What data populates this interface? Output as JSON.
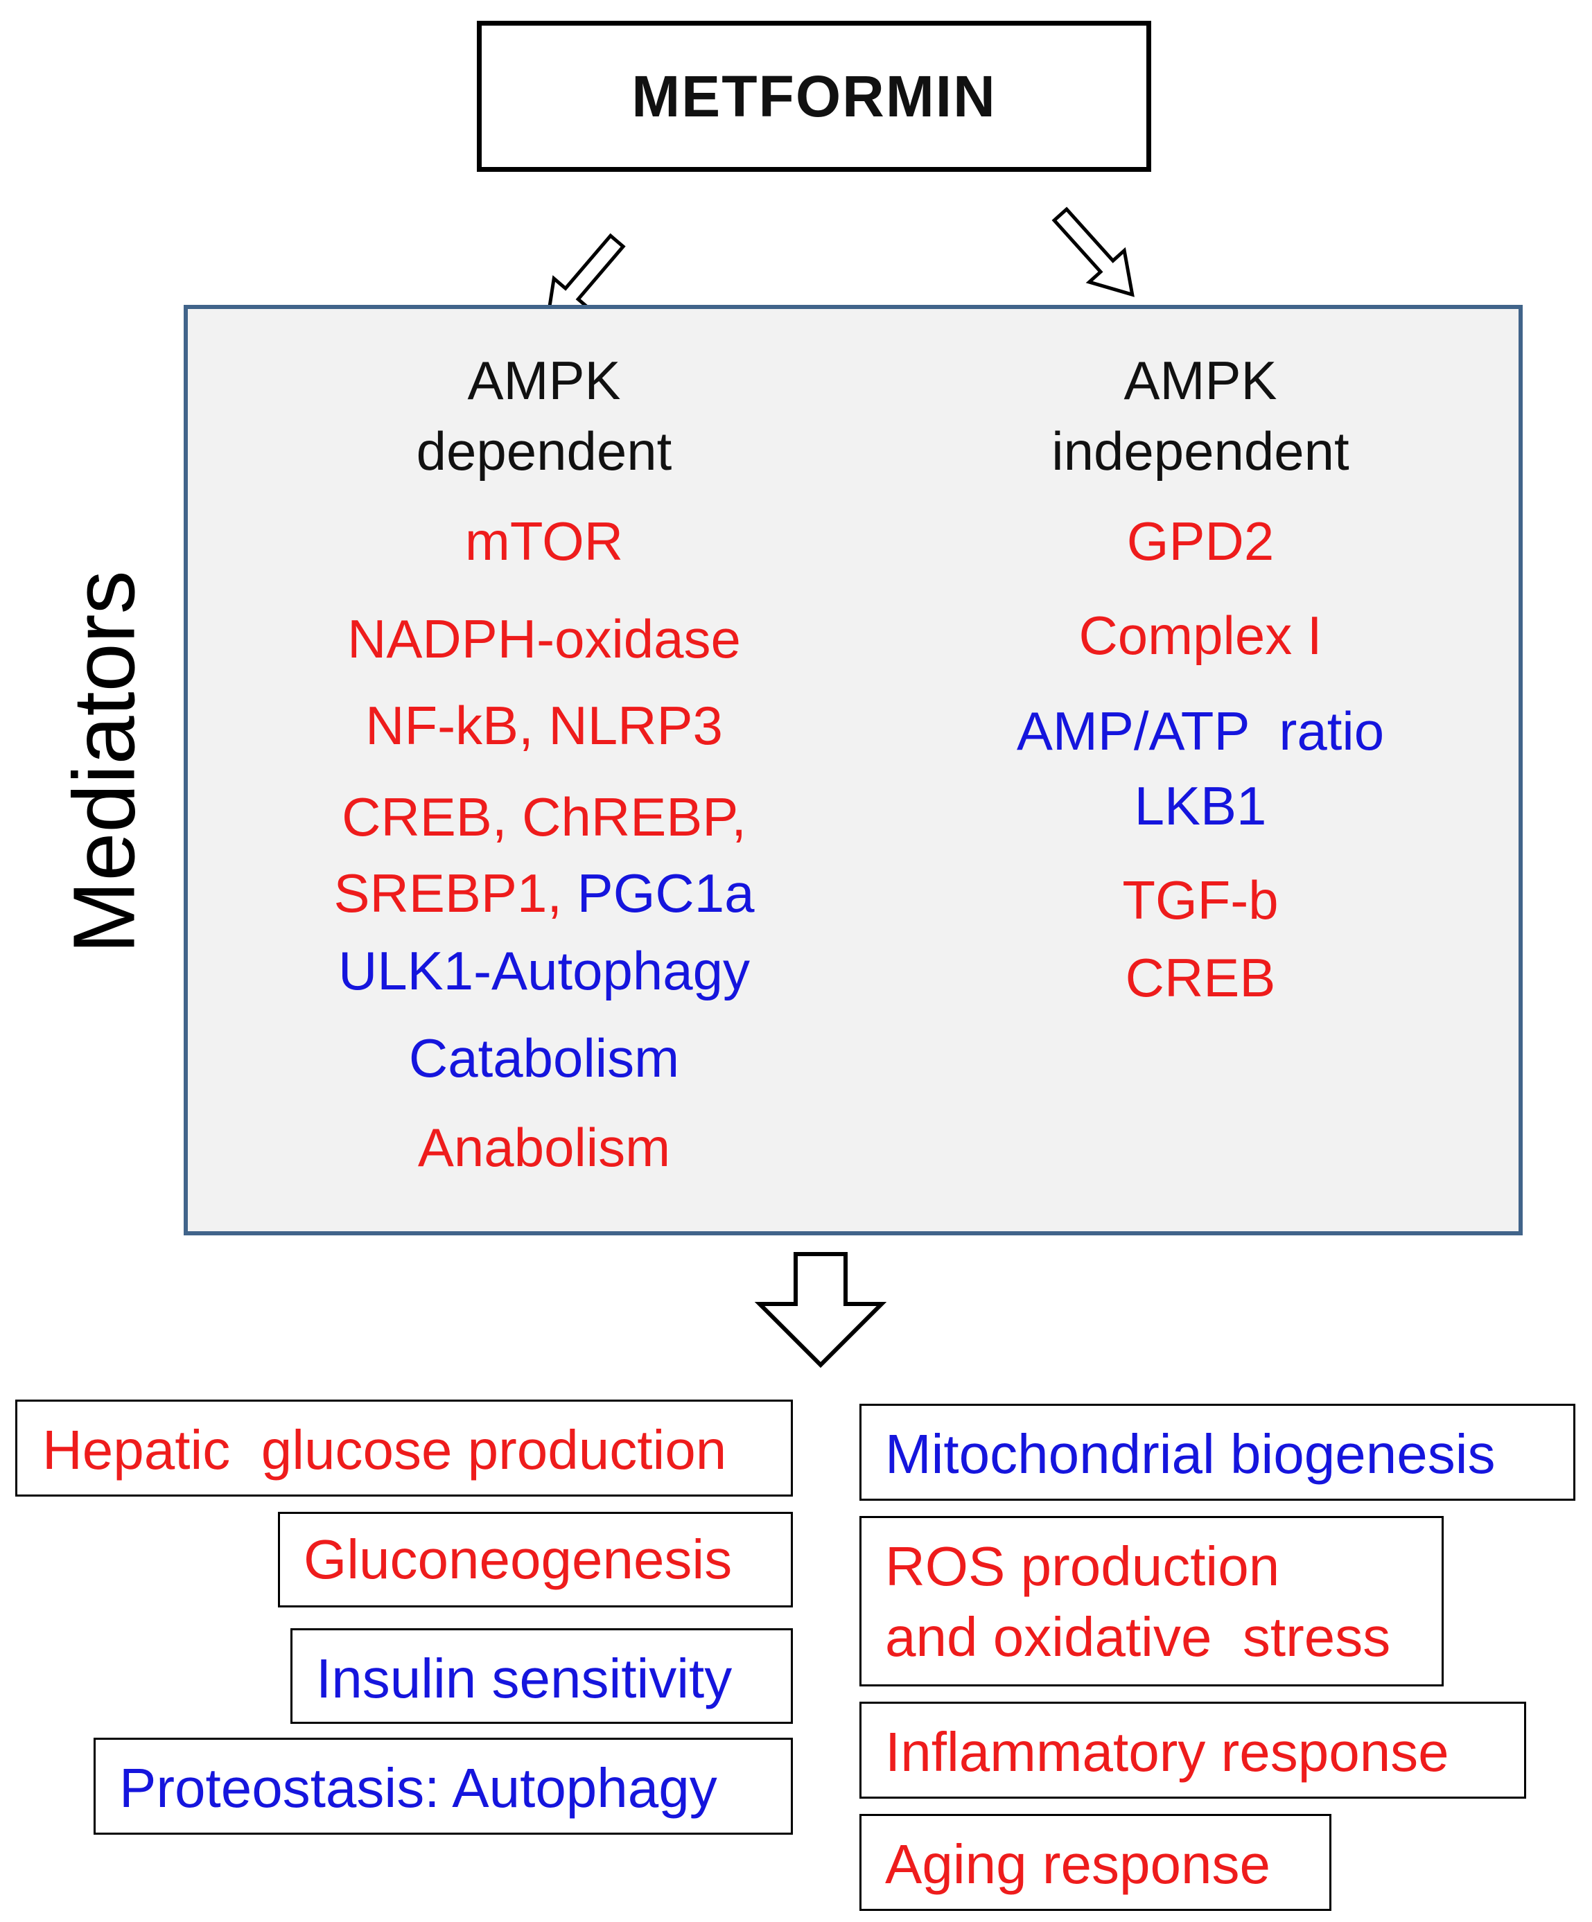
{
  "title": "METFORMIN",
  "side_label": "Mediators",
  "columns": {
    "left": {
      "heading_line1": "AMPK",
      "heading_line2": "dependent",
      "items": {
        "mtor": "mTOR",
        "nadph": "NADPH-oxidase",
        "nfkb": "NF-kB, NLRP3",
        "creb_chrebp": "CREB, ChREBP,",
        "srebp1": "SREBP1,",
        "pgc1a": "PGC1a",
        "ulk1": "ULK1-Autophagy",
        "catabolism": "Catabolism",
        "anabolism": "Anabolism"
      }
    },
    "right": {
      "heading_line1": "AMPK",
      "heading_line2": "independent",
      "items": {
        "gpd2": "GPD2",
        "complex1": "Complex I",
        "amp_atp": "AMP/ATP  ratio",
        "lkb1": "LKB1",
        "tgfb": "TGF-b",
        "creb": "CREB"
      }
    }
  },
  "outcomes": {
    "left": {
      "hepatic": "Hepatic  glucose production",
      "gluconeogenesis": "Gluconeogenesis",
      "insulin": "Insulin sensitivity",
      "proteostasis": "Proteostasis: Autophagy"
    },
    "right": {
      "mito": "Mitochondrial biogenesis",
      "ros_line1": "ROS production",
      "ros_line2": "and oxidative  stress",
      "inflammatory": "Inflammatory response",
      "aging": "Aging response"
    }
  },
  "colors": {
    "up": "#ee1c1c",
    "down": "#1515dd",
    "box_border": "#41648a",
    "box_fill": "#f2f2f2"
  }
}
